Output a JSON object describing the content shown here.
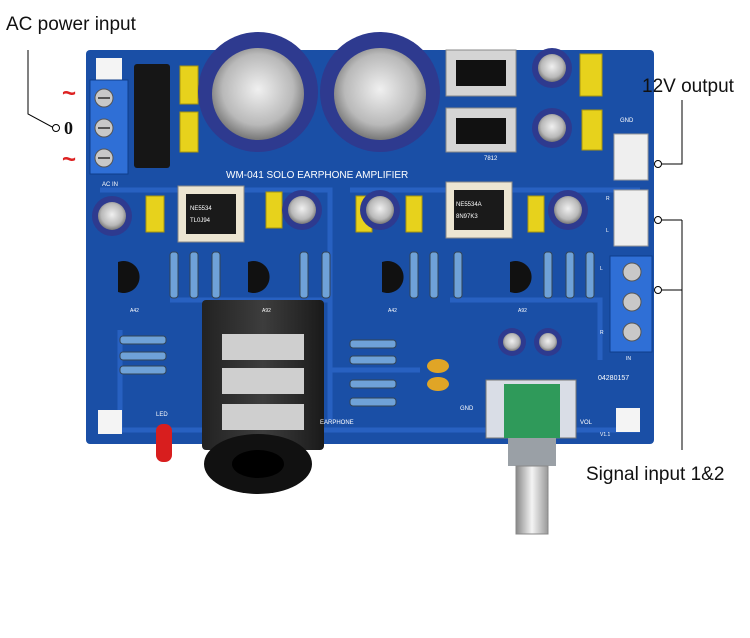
{
  "labels": {
    "ac_power_input": "AC power input",
    "ac_tilde_top": "~",
    "ac_zero": "0",
    "ac_tilde_bottom": "~",
    "output_12v": "12V output",
    "signal_input": "Signal input 1&2"
  },
  "board": {
    "title": "WM-041 SOLO EARPHONE AMPLIFIER",
    "silk": {
      "ac_in": "AC IN",
      "reg_7812": "7812",
      "gnd_top": "GND",
      "gnd_mid": "GND",
      "earphone": "EARPHONE",
      "led": "LED",
      "vol": "VOL",
      "date": "04280157",
      "version": "V1.1",
      "a42_left": "A42",
      "a92_left": "A92",
      "a42_right": "A42",
      "a92_right": "A92",
      "in": "IN",
      "l_in": "L",
      "r_in": "R",
      "l_out": "L",
      "r_out": "R",
      "ic1_line1": "NE5534",
      "ic1_line2": "TL0J94",
      "ic2_line1": "NE5534A",
      "ic2_line2": "8N97K3"
    }
  },
  "colors": {
    "pcb": "#1a4fa6",
    "pcb_dark": "#123c85",
    "terminal": "#2f6fd6",
    "cap_body": "#2e3a8f",
    "film_cap": "#e7d21c",
    "pot_body": "#2f9a5a",
    "led": "#d81e1e",
    "callout": "#000000"
  }
}
